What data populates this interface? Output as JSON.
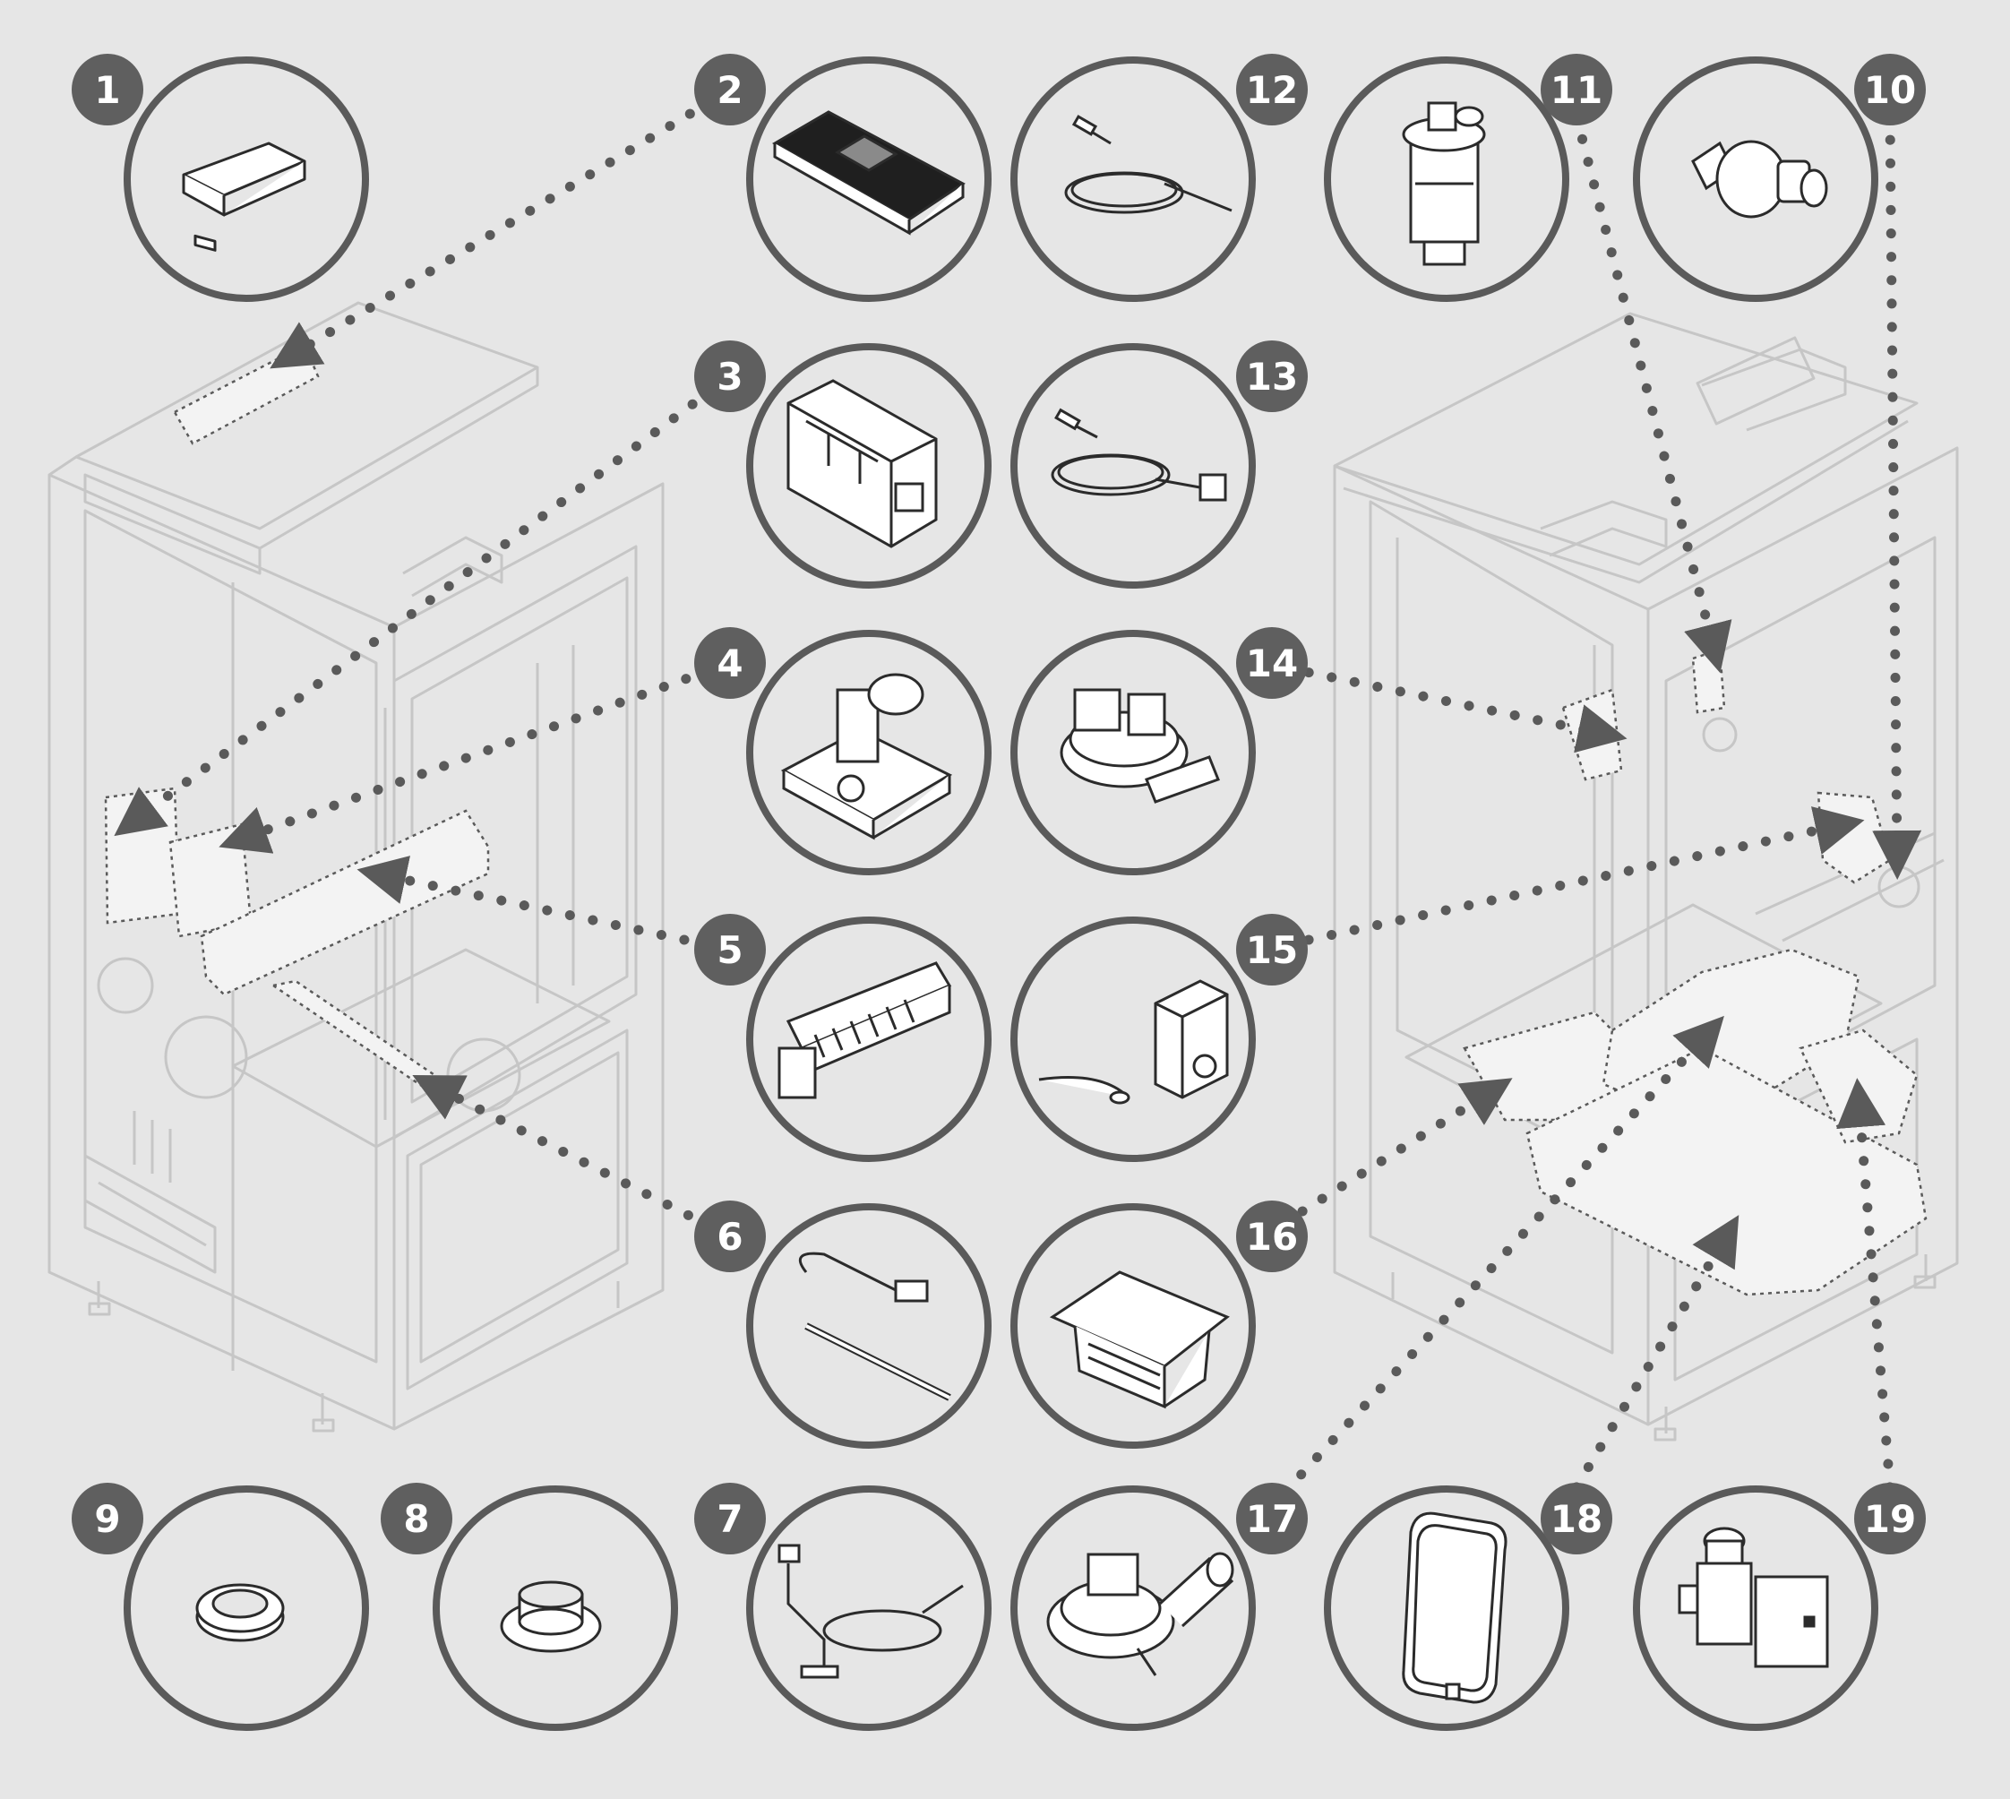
{
  "diagram": {
    "colors": {
      "background": "#e6e6e6",
      "ring": "#5a5a5a",
      "badge": "#5f5f5f",
      "badge_text": "#ffffff",
      "leader": "#5a5a5a",
      "cabinet_line": "#c6c6c6",
      "part_line": "#2b2b2b",
      "highlight_fill": "#f3f3f3"
    },
    "parts": [
      {
        "number": "1",
        "icon": "control-board-small-icon"
      },
      {
        "number": "2",
        "icon": "control-panel-display-icon"
      },
      {
        "number": "3",
        "icon": "electronic-board-icon"
      },
      {
        "number": "4",
        "icon": "gear-motor-icon"
      },
      {
        "number": "5",
        "icon": "tangential-fan-icon"
      },
      {
        "number": "6",
        "icon": "temperature-probe-icon"
      },
      {
        "number": "7",
        "icon": "flue-probe-icon"
      },
      {
        "number": "8",
        "icon": "seal-ring-icon"
      },
      {
        "number": "9",
        "icon": "gasket-ring-icon"
      },
      {
        "number": "10",
        "icon": "pressure-transducer-icon"
      },
      {
        "number": "11",
        "icon": "air-vent-valve-icon"
      },
      {
        "number": "12",
        "icon": "water-probe-icon"
      },
      {
        "number": "13",
        "icon": "room-probe-icon"
      },
      {
        "number": "14",
        "icon": "pressure-switch-icon"
      },
      {
        "number": "15",
        "icon": "safety-thermostat-icon"
      },
      {
        "number": "16",
        "icon": "burn-pot-icon"
      },
      {
        "number": "17",
        "icon": "smoke-extractor-fan-icon"
      },
      {
        "number": "18",
        "icon": "expansion-vessel-icon"
      },
      {
        "number": "19",
        "icon": "circulation-pump-icon"
      }
    ]
  }
}
